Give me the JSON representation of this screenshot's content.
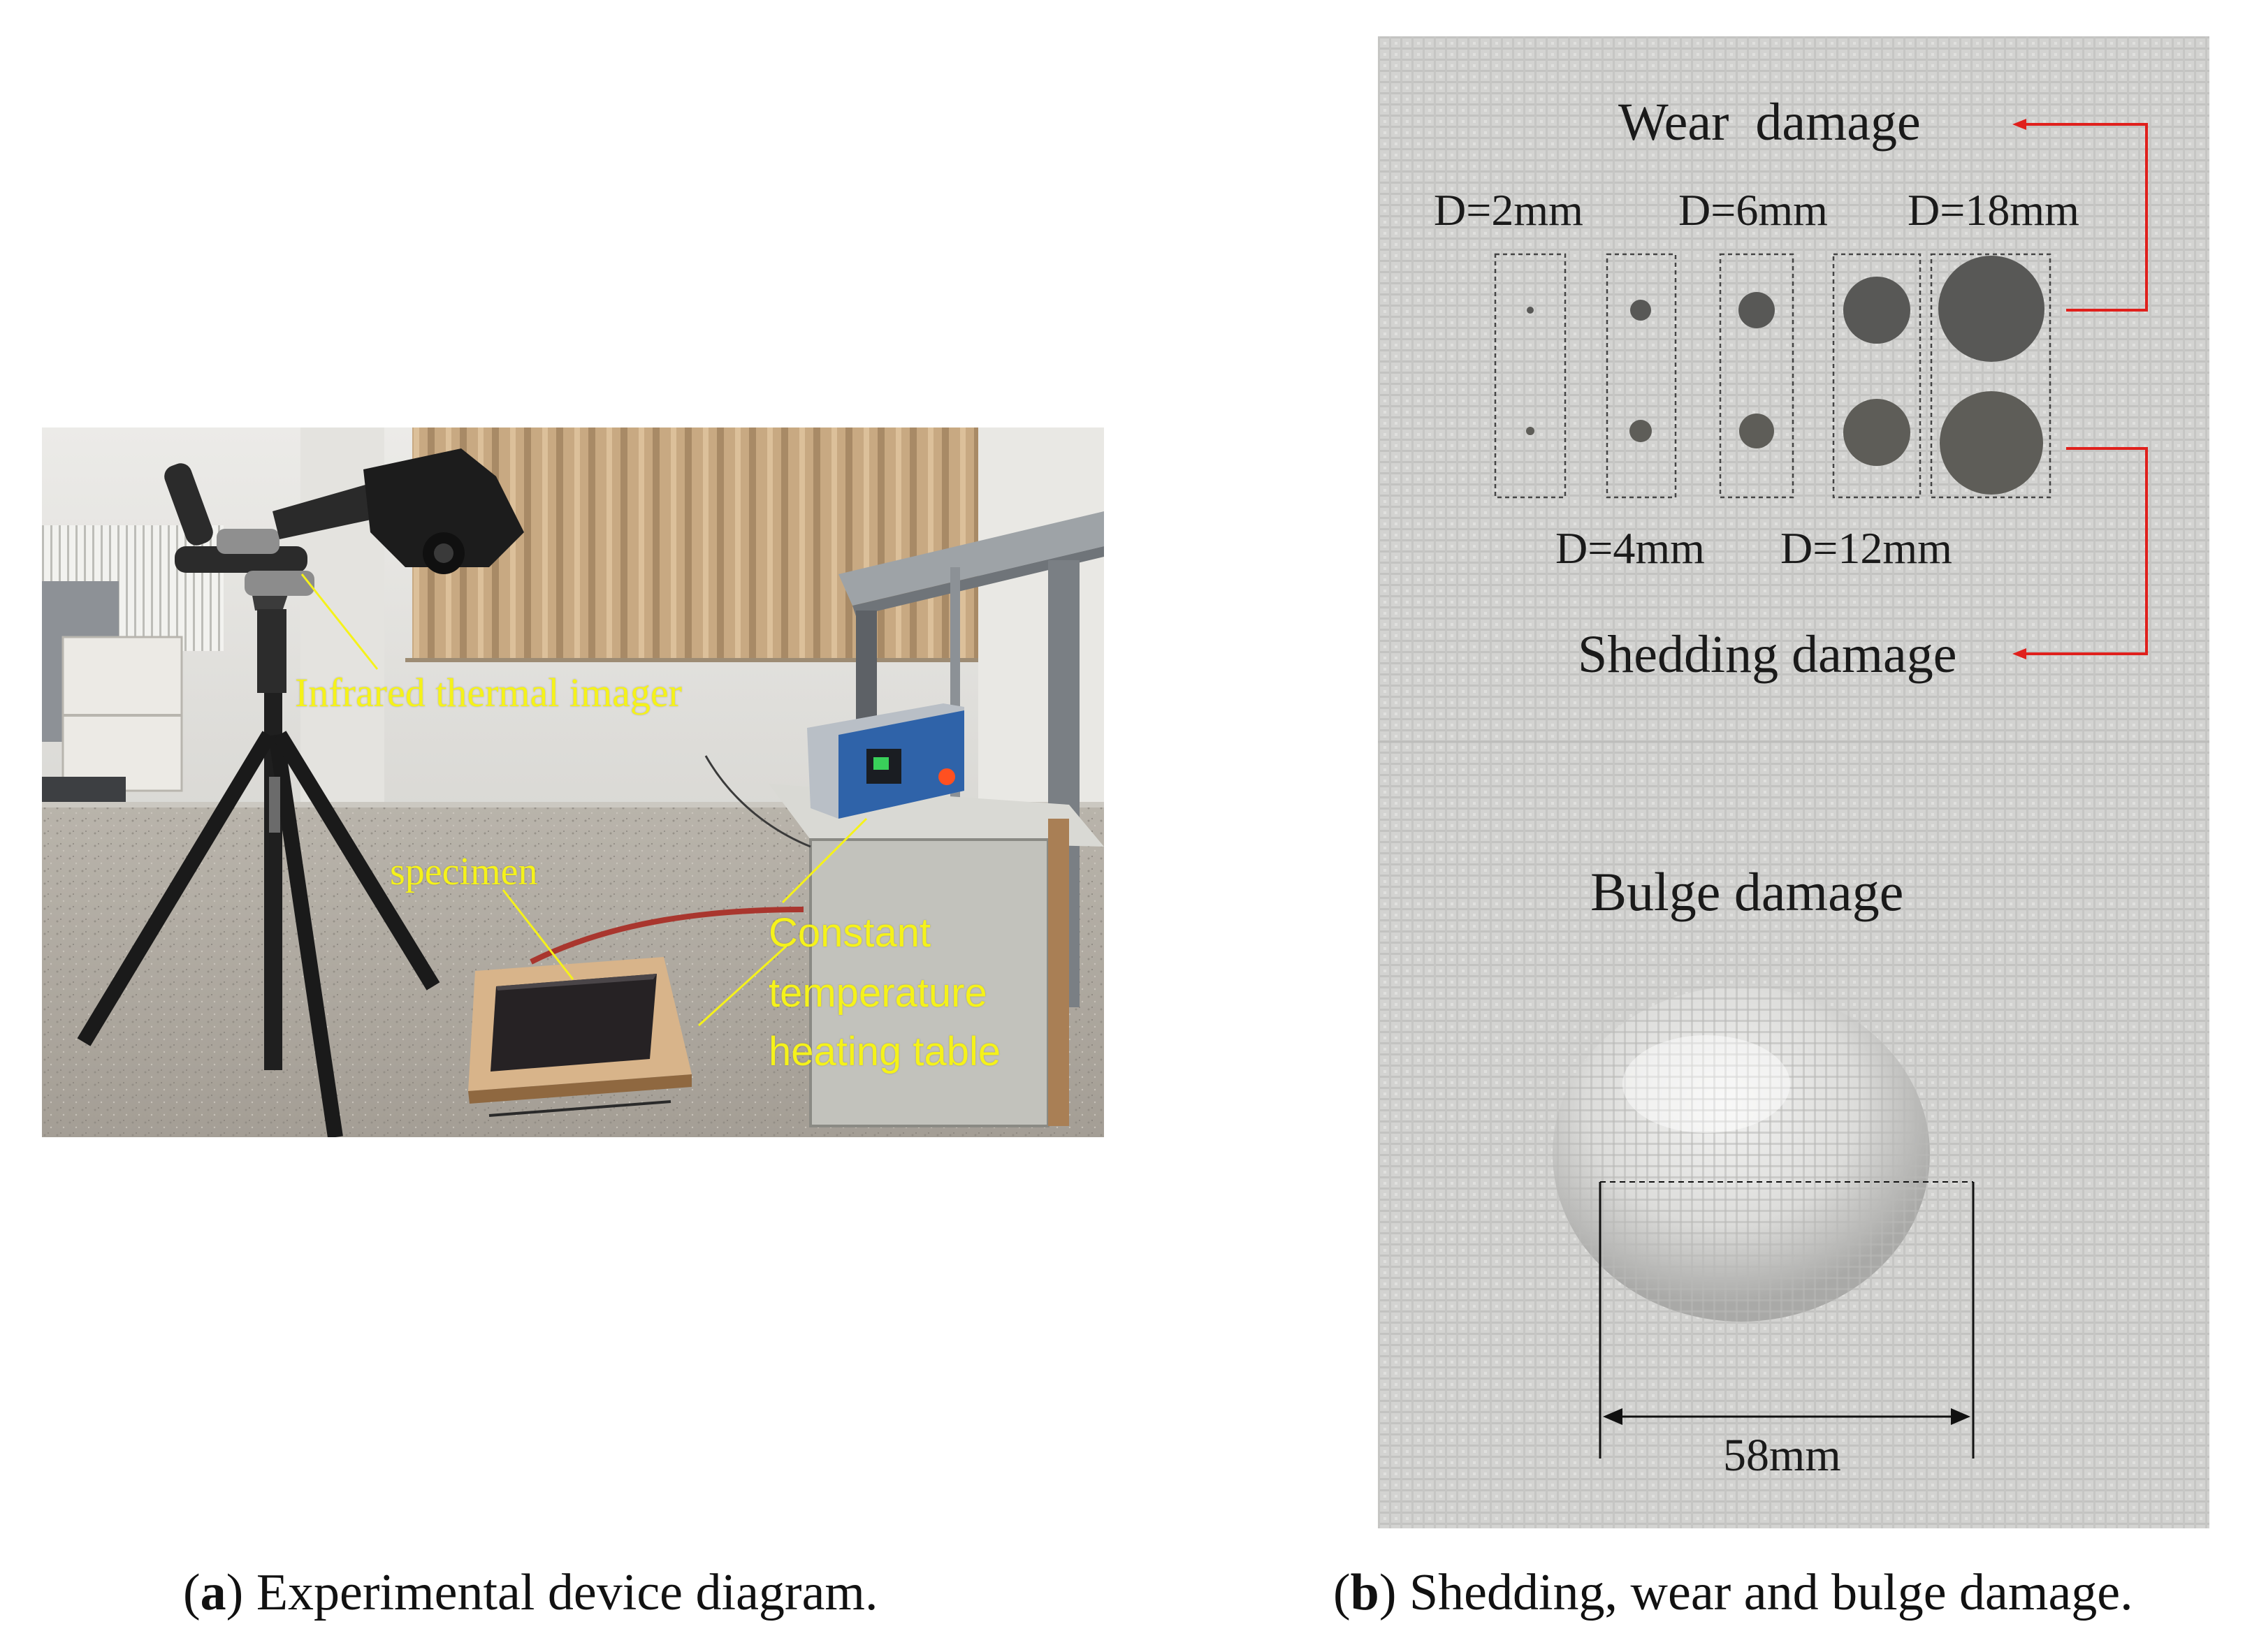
{
  "panel_a": {
    "labels": {
      "imager": "Infrared thermal imager",
      "specimen": "specimen",
      "heating_line1": "Constant",
      "heating_line2": "temperature",
      "heating_line3": "heating table"
    },
    "caption": {
      "letter": "a",
      "text": "Experimental device diagram."
    },
    "colors": {
      "label": "#f5f21a"
    }
  },
  "panel_b": {
    "wear_title": "Wear  damage",
    "shedding_title": "Shedding damage",
    "bulge_title": "Bulge damage",
    "diameters_top": [
      "D=2mm",
      "D=6mm",
      "D=18mm"
    ],
    "diameters_bottom": [
      "D=4mm",
      "D=12mm"
    ],
    "bulge_dimension": "58mm",
    "caption": {
      "letter": "b",
      "text": "Shedding, wear and bulge damage."
    },
    "colors": {
      "arrow": "#e0201c"
    }
  }
}
